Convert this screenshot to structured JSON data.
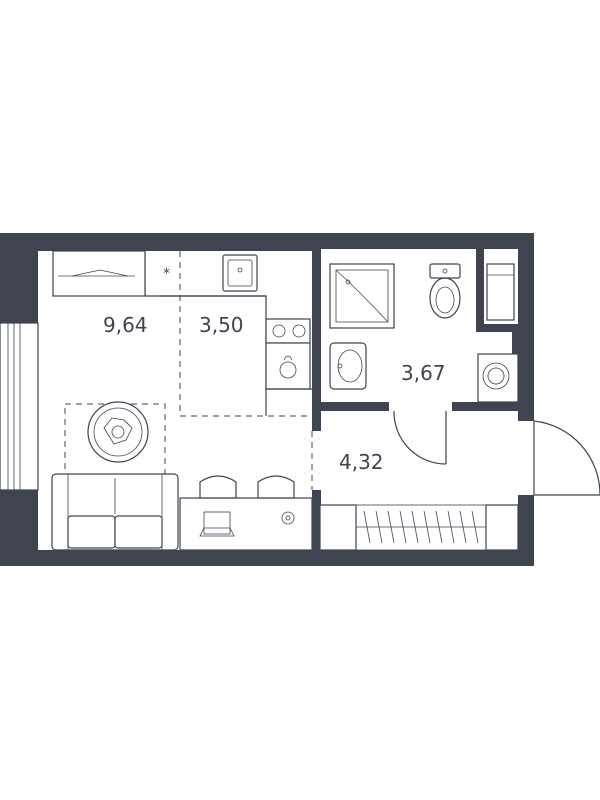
{
  "rooms": [
    {
      "id": "living",
      "area": "9,64"
    },
    {
      "id": "kitchen",
      "area": "3,50"
    },
    {
      "id": "bathroom",
      "area": "3,67"
    },
    {
      "id": "hallway",
      "area": "4,32"
    }
  ],
  "colors": {
    "wall": "#3f4450",
    "background": "#ffffff"
  }
}
